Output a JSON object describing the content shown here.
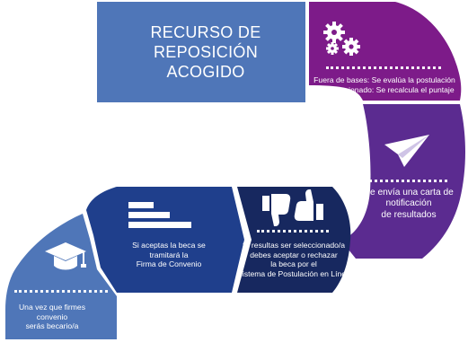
{
  "title": {
    "lines": [
      "RECURSO DE",
      "REPOSICIÓN",
      "ACOGIDO"
    ]
  },
  "steps": [
    {
      "id": "evaluation",
      "icon": "gears-icon",
      "color": "#7d1b89",
      "lines": [
        "Fuera de bases: Se evalúa la postulación",
        "No seleccionado: Se recalcula el puntaje"
      ]
    },
    {
      "id": "notification",
      "icon": "paper-plane-icon",
      "color": "#5b2b90",
      "lines": [
        "Se envía una carta de",
        "notificación",
        "de resultados"
      ]
    },
    {
      "id": "accept-reject",
      "icon": "thumbs-up-down-icon",
      "color": "#17285f",
      "lines": [
        "Si resultas ser seleccionado/a",
        "debes aceptar o rechazar",
        "la beca por el",
        "Sistema de Postulación en Línea"
      ]
    },
    {
      "id": "agreement",
      "icon": "document-bars-icon",
      "color": "#1f3f8c",
      "lines": [
        "Si aceptas la beca se",
        "tramitará la",
        "Firma de Convenio"
      ]
    },
    {
      "id": "scholar",
      "icon": "graduation-cap-icon",
      "color": "#4f76b8",
      "lines": [
        "Una vez que firmes",
        "convenio",
        "serás becario/a"
      ]
    }
  ]
}
